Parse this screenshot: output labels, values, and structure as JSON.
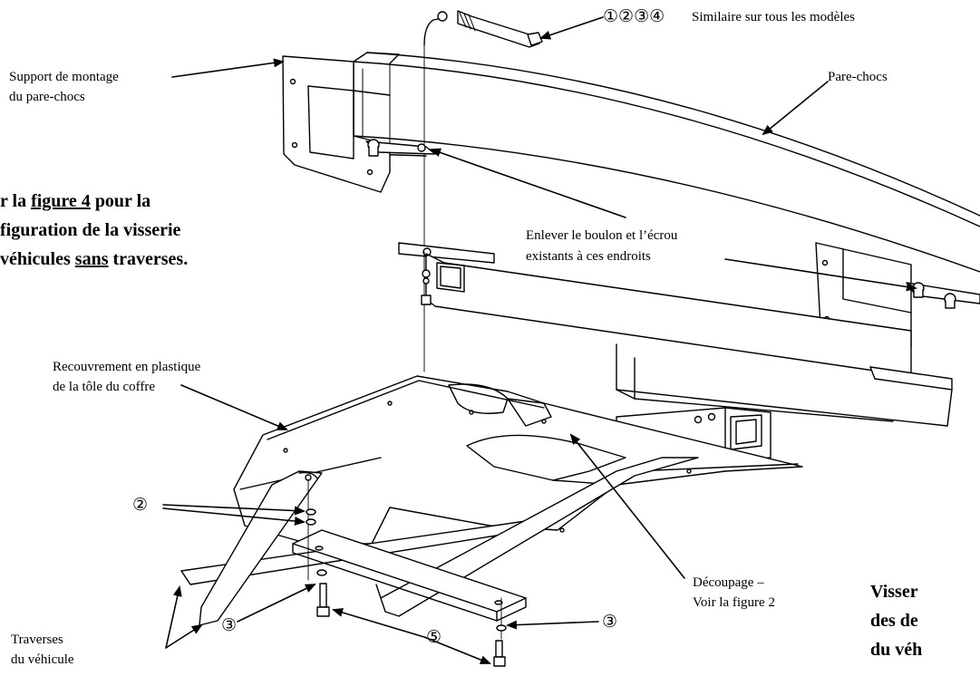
{
  "labels": {
    "similar_models": "Similaire sur tous les modèles",
    "support_line1": "Support de montage",
    "support_line2": "du pare-chocs",
    "bumper": "Pare-chocs",
    "remove_line1": "Enlever le boulon et l’écrou",
    "remove_line2": "existants à ces endroits",
    "cover_line1": "Recouvrement en plastique",
    "cover_line2": "de la tôle du coffre",
    "cutout_line1": "Découpage –",
    "cutout_line2": "Voir la figure 2",
    "crossmember_line1": "Traverses",
    "crossmember_line2": "du véhicule"
  },
  "note_left": {
    "line1_pre": "r la ",
    "line1_link": "figure 4",
    "line1_post": " pour la",
    "line2": "figuration de la visserie",
    "line3_pre": "véhicules ",
    "line3_under": "sans",
    "line3_post": " traverses."
  },
  "note_right": {
    "line1": "Visser",
    "line2": "des de",
    "line3": "du véh"
  },
  "callouts": {
    "top_set": "①②③④",
    "c2": "②",
    "c3_left": "③",
    "c3_right": "③",
    "c5": "⑤"
  }
}
